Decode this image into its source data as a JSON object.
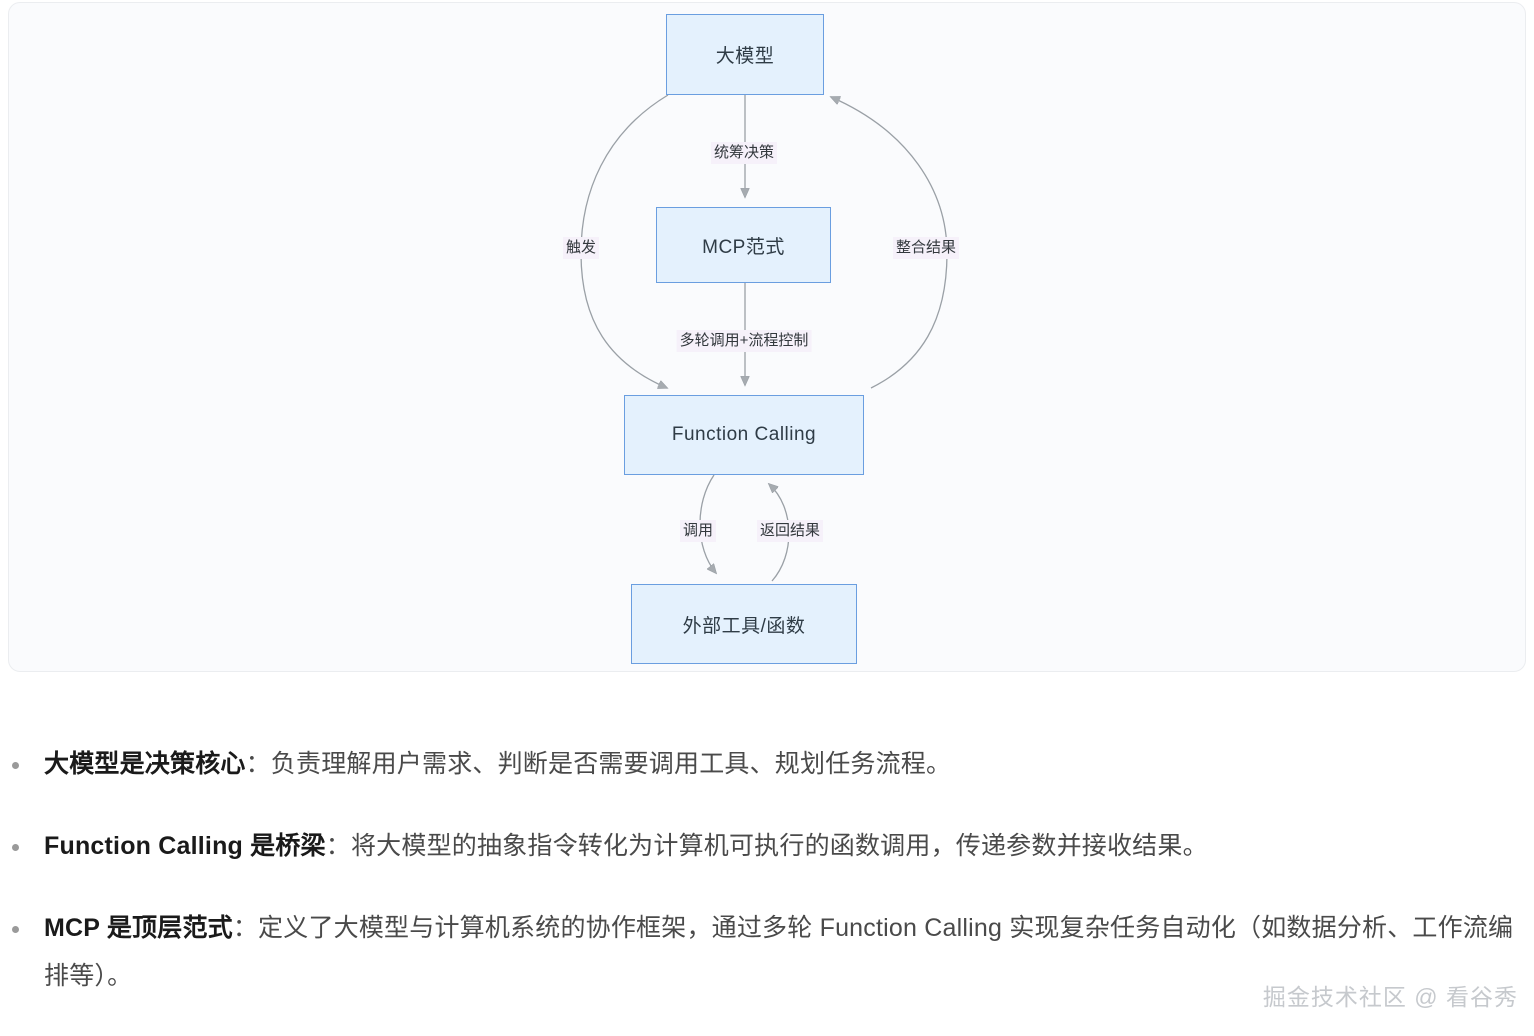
{
  "diagram": {
    "nodes": [
      {
        "id": "llm",
        "label": "大模型"
      },
      {
        "id": "mcp",
        "label": "MCP范式"
      },
      {
        "id": "fc",
        "label": "Function Calling"
      },
      {
        "id": "tools",
        "label": "外部工具/函数"
      }
    ],
    "edge_labels": {
      "decision": "统筹决策",
      "trigger": "触发",
      "integrate": "整合结果",
      "multiturn": "多轮调用+流程控制",
      "invoke": "调用",
      "result": "返回结果"
    },
    "colors": {
      "node_fill": "#e4f1fd",
      "node_border": "#6a9ee0",
      "edge_stroke": "#9aa0a6",
      "label_bg": "#f6f1fa",
      "card_bg": "#fafbfd"
    }
  },
  "bullets": [
    {
      "lead": "大模型是决策核心",
      "rest": "：负责理解用户需求、判断是否需要调用工具、规划任务流程。"
    },
    {
      "lead": "Function Calling 是桥梁",
      "rest": "：将大模型的抽象指令转化为计算机可执行的函数调用，传递参数并接收结果。"
    },
    {
      "lead": "MCP 是顶层范式",
      "rest": "：定义了大模型与计算机系统的协作框架，通过多轮 Function Calling 实现复杂任务自动化（如数据分析、工作流编排等）。"
    }
  ],
  "watermark": {
    "text": "掘金技术社区 @ 看谷秀"
  }
}
